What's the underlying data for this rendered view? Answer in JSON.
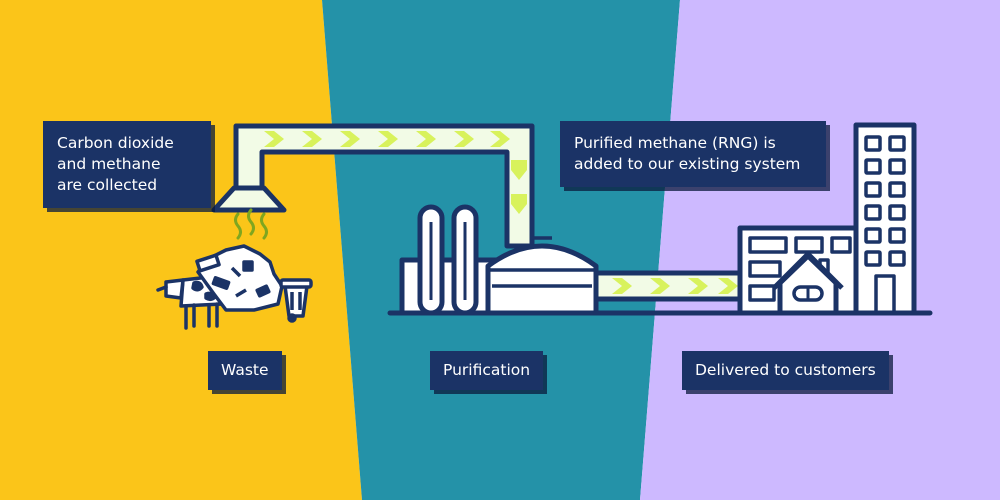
{
  "colors": {
    "waste_bg": "#fbc519",
    "purification_bg": "#2492a8",
    "customers_bg": "#cdb9ff",
    "navy": "#1b3366",
    "pipe_fill": "#f2fbe6",
    "arrow": "#d8f25c"
  },
  "notes": {
    "collection": "Carbon dioxide\nand methane\nare collected",
    "rng": "Purified methane (RNG) is\nadded to our existing system"
  },
  "stages": {
    "waste": "Waste",
    "purification": "Purification",
    "delivery": "Delivered to customers"
  },
  "icons": [
    "collection-hood-icon",
    "gas-pipe-icon",
    "methane-vapor-icon",
    "cow-icon",
    "waste-pile-icon",
    "trash-bin-icon",
    "purification-plant-icon",
    "digester-dome-icon",
    "house-icon",
    "office-building-icon",
    "tower-building-icon"
  ]
}
